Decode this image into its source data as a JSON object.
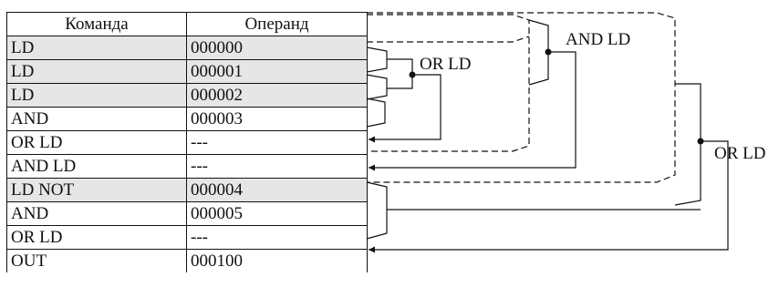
{
  "table": {
    "headers": [
      "Команда",
      "Операнд"
    ],
    "rows": [
      {
        "command": "LD",
        "operand": "000000",
        "shaded": true
      },
      {
        "command": "LD",
        "operand": "000001",
        "shaded": true
      },
      {
        "command": "LD",
        "operand": "000002",
        "shaded": true
      },
      {
        "command": "AND",
        "operand": "000003",
        "shaded": false
      },
      {
        "command": "OR LD",
        "operand": "---",
        "shaded": false
      },
      {
        "command": "AND LD",
        "operand": "---",
        "shaded": false
      },
      {
        "command": "LD NOT",
        "operand": "000004",
        "shaded": true
      },
      {
        "command": "AND",
        "operand": "000005",
        "shaded": false
      },
      {
        "command": "OR LD",
        "operand": "---",
        "shaded": false
      },
      {
        "command": "OUT",
        "operand": "000100",
        "shaded": false
      }
    ]
  },
  "labels": {
    "or_ld_1": "OR LD",
    "and_ld": "AND LD",
    "or_ld_2": "OR LD"
  },
  "colors": {
    "line": "#111111",
    "shade": "#e6e6e6"
  }
}
